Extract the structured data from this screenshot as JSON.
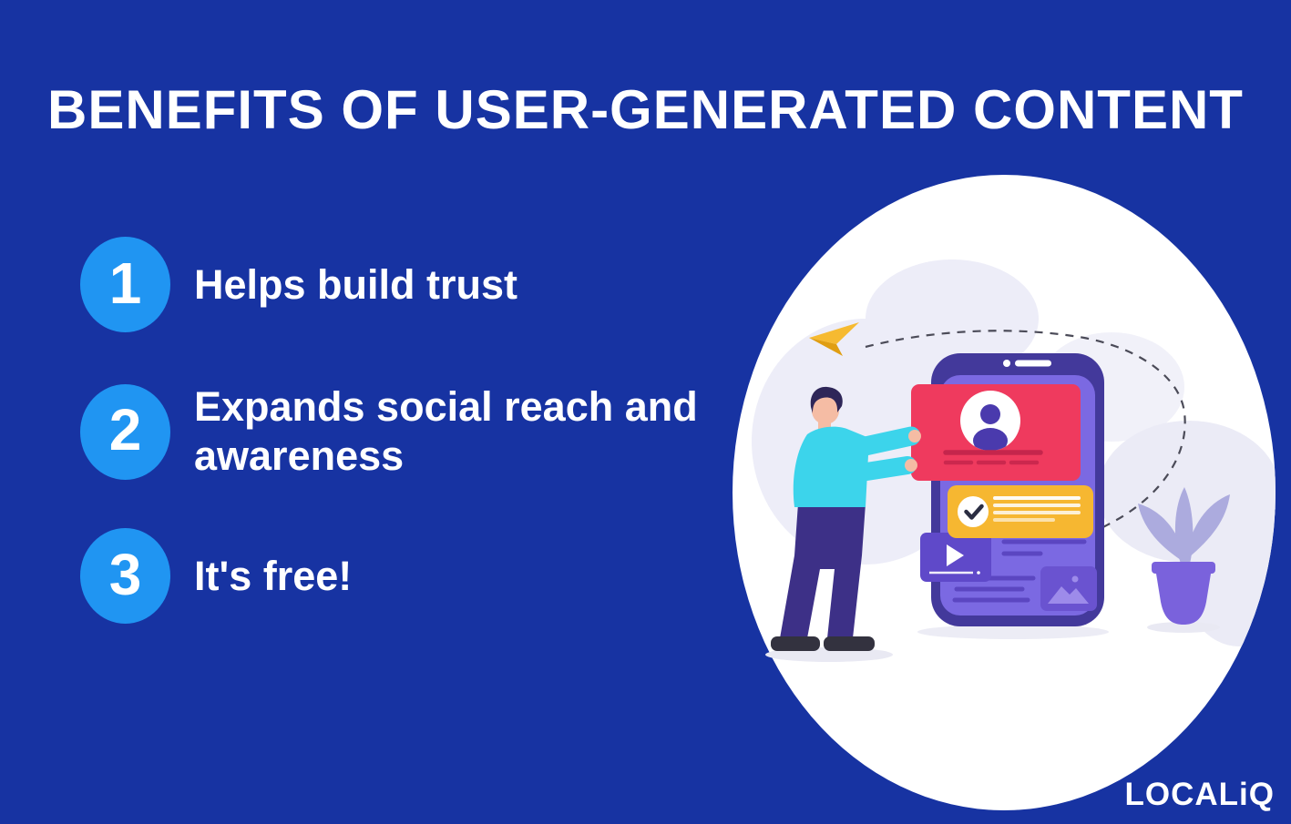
{
  "title": "BENEFITS OF USER-GENERATED CONTENT",
  "benefits": [
    {
      "number": "1",
      "label": "Helps build trust"
    },
    {
      "number": "2",
      "label": "Expands social reach and awareness"
    },
    {
      "number": "3",
      "label": "It's free!"
    }
  ],
  "brand": {
    "logo": "LOCALiQ"
  },
  "colors": {
    "background": "#1733A2",
    "number_circle": "#2095F2",
    "text": "#FFFFFF",
    "illustration_circle": "#FFFFFF",
    "background_clouds": "#EDEDF8",
    "phone_bezel": "#43399B",
    "phone_screen": "#7B69E2",
    "profile_card": "#EF3A5E",
    "profile_card_lines": "#C5254C",
    "avatar_glyph": "#4A3AAD",
    "notification_card": "#F6B731",
    "video_box": "#5F49C9",
    "screen_lines": "#5B46C1",
    "image_box": "#6A53D0",
    "sweater": "#3CD4EB",
    "pants": "#3D3087",
    "shoes": "#33323F",
    "skin": "#F5BCA4",
    "hair": "#2E2658",
    "paper_plane": "#F6BA31",
    "paper_plane_shade": "#E09E12",
    "dashed_path": "#4B4B58",
    "plant_leaves": "#ACABDE",
    "plant_pot": "#7A62DC"
  },
  "illustration": {
    "icons": [
      "paper-plane-icon",
      "avatar-icon",
      "checkmark-icon",
      "play-icon",
      "image-placeholder-icon",
      "plant-icon"
    ]
  }
}
